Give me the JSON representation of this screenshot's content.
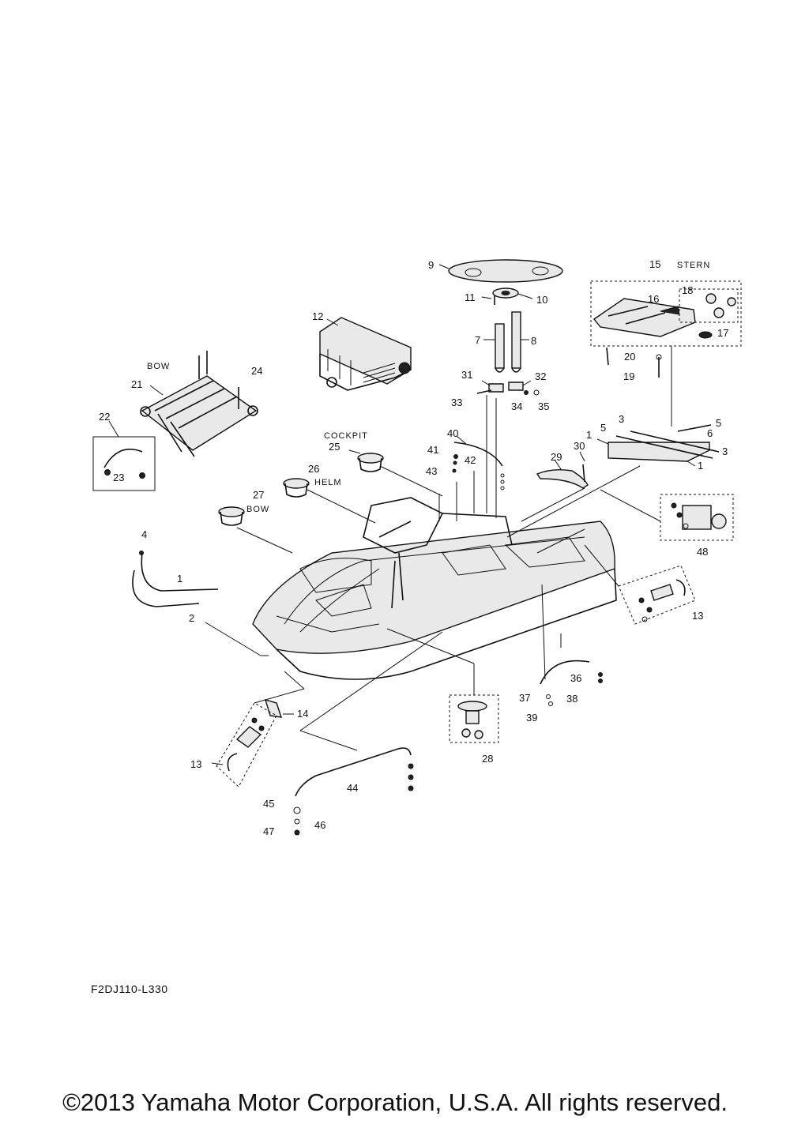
{
  "diagram": {
    "code": "F2DJ110-L330",
    "copyright": "©2013 Yamaha Motor Corporation, U.S.A. All rights reserved.",
    "section_labels": {
      "stern": "STERN",
      "bow_top": "BOW",
      "cockpit": "COCKPIT",
      "helm": "HELM",
      "bow_cup": "BOW"
    },
    "callouts": {
      "n1a": "1",
      "n1b": "1",
      "n1c": "1",
      "n2": "2",
      "n3a": "3",
      "n3b": "3",
      "n4": "4",
      "n5a": "5",
      "n5b": "5",
      "n6": "6",
      "n7": "7",
      "n8": "8",
      "n9": "9",
      "n10": "10",
      "n11": "11",
      "n12": "12",
      "n13a": "13",
      "n13b": "13",
      "n14": "14",
      "n15": "15",
      "n16": "16",
      "n17": "17",
      "n18": "18",
      "n19": "19",
      "n20": "20",
      "n21": "21",
      "n22": "22",
      "n23": "23",
      "n24": "24",
      "n25": "25",
      "n26": "26",
      "n27": "27",
      "n28": "28",
      "n29": "29",
      "n30": "30",
      "n31": "31",
      "n32": "32",
      "n33": "33",
      "n34": "34",
      "n35": "35",
      "n36": "36",
      "n37": "37",
      "n38": "38",
      "n39": "39",
      "n40": "40",
      "n41": "41",
      "n42": "42",
      "n43": "43",
      "n44": "44",
      "n45": "45",
      "n46": "46",
      "n47": "47",
      "n48": "48"
    }
  }
}
